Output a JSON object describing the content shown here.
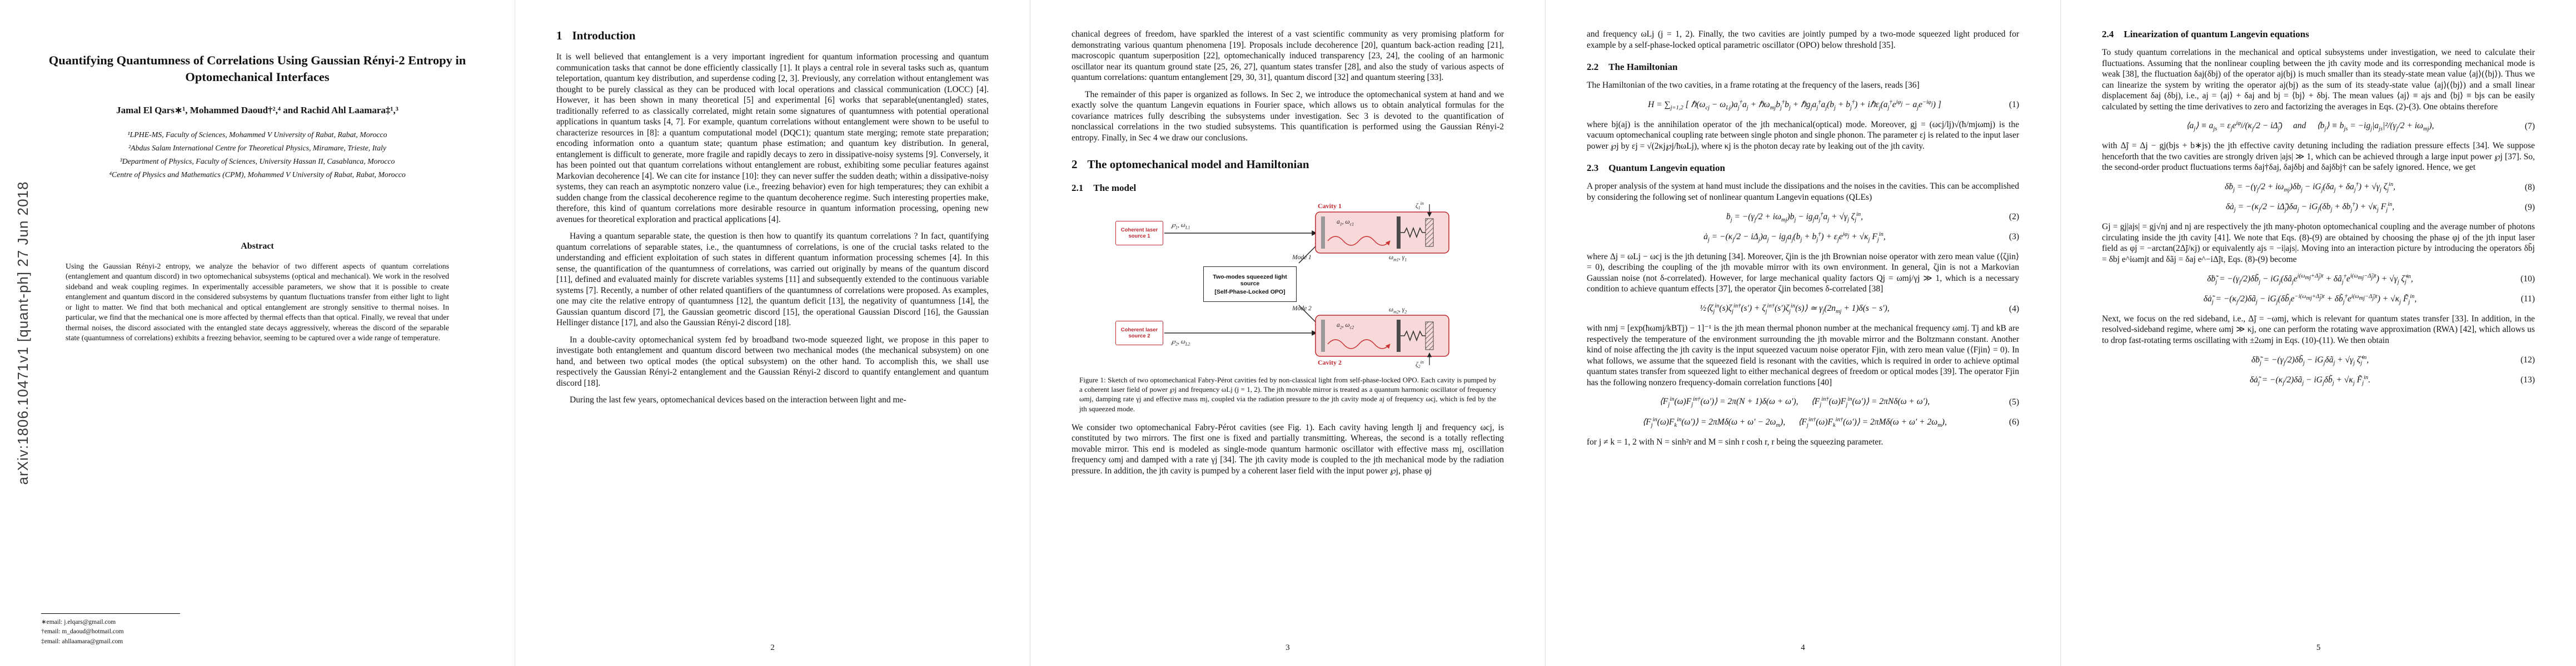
{
  "arxiv_stamp": "arXiv:1806.10471v1  [quant-ph]  27 Jun 2018",
  "colors": {
    "accent_red": "#c0272d",
    "cavity_pink": "#f8d9d9"
  },
  "page1": {
    "title": "Quantifying Quantumness of Correlations Using Gaussian Rényi-2 Entropy in Optomechanical Interfaces",
    "authors": "Jamal El Qars∗¹, Mohammed Daoud†²,⁴ and Rachid Ahl Laamara‡¹,³",
    "affiliations": [
      "¹LPHE-MS, Faculty of Sciences, Mohammed V University of Rabat, Rabat, Morocco",
      "²Abdus Salam International Centre for Theoretical Physics, Miramare, Trieste, Italy",
      "³Department of Physics, Faculty of Sciences, University Hassan II, Casablanca, Morocco",
      "⁴Centre of Physics and Mathematics (CPM), Mohammed V University of Rabat, Rabat, Morocco"
    ],
    "abstract_heading": "Abstract",
    "abstract": "Using the Gaussian Rényi-2 entropy, we analyze the behavior of two different aspects of quantum correlations (entanglement and quantum discord) in two optomechanical subsystems (optical and mechanical). We work in the resolved sideband and weak coupling regimes. In experimentally accessible parameters, we show that it is possible to create entanglement and quantum discord in the considered subsystems by quantum fluctuations transfer from either light to light or light to matter. We find that both mechanical and optical entanglement are strongly sensitive to thermal noises. In particular, we find that the mechanical one is more affected by thermal effects than that optical. Finally, we reveal that under thermal noises, the discord associated with the entangled state decays aggressively, whereas the discord of the separable state (quantumness of correlations) exhibits a freezing behavior, seeming to be captured over a wide range of temperature.",
    "footnotes": [
      "∗email: j.elqars@gmail.com",
      "†email: m_daoud@hotmail.com",
      "‡email: ahllaamara@gmail.com"
    ]
  },
  "page2": {
    "section_number": "1",
    "section_title": "Introduction",
    "paragraphs": [
      "It is well believed that entanglement is a very important ingredient for quantum information processing and quantum communication tasks that cannot be done efficiently classically [1]. It plays a central role in several tasks such as, quantum teleportation, quantum key distribution, and superdense coding [2, 3]. Previously, any correlation without entanglement was thought to be purely classical as they can be produced with local operations and classical communication (LOCC) [4]. However, it has been shown in many theoretical [5] and experimental [6] works that separable(unentangled) states, traditionally referred to as classically correlated, might retain some signatures of quantumness with potential operational applications in quantum tasks [4, 7]. For example, quantum correlations without entanglement were shown to be useful to characterize resources in [8]: a quantum computational model (DQC1); quantum state merging; remote state preparation; encoding information onto a quantum state; quantum phase estimation; and quantum key distribution. In general, entanglement is difficult to generate, more fragile and rapidly decays to zero in dissipative-noisy systems [9]. Conversely, it has been pointed out that quantum correlations without entanglement are robust, exhibiting some peculiar features against Markovian decoherence [4]. We can cite for instance [10]: they can never suffer the sudden death; within a dissipative-noisy systems, they can reach an asymptotic nonzero value (i.e., freezing behavior) even for high temperatures; they can exhibit a sudden change from the classical decoherence regime to the quantum decoherence regime. Such interesting properties make, therefore, this kind of quantum correlations more desirable resource in quantum information processing, opening new avenues for theoretical exploration and practical applications [4].",
      "Having a quantum separable state, the question is then how to quantify its quantum correlations ? In fact, quantifying quantum correlations of separable states, i.e., the quantumness of correlations, is one of the crucial tasks related to the understanding and efficient exploitation of such states in different quantum information processing schemes [4]. In this sense, the quantification of the quantumness of correlations, was carried out originally by means of the quantum discord [11], defined and evaluated mainly for discrete variables systems [11] and subsequently extended to the continuous variable systems [7]. Recently, a number of other related quantifiers of the quantumness of correlations were proposed. As examples, one may cite the relative entropy of quantumness [12], the quantum deficit [13], the negativity of quantumness [14], the Gaussian quantum discord [7], the Gaussian geometric discord [15], the operational Gaussian Discord [16], the Gaussian Hellinger distance [17], and also the Gaussian Rényi-2 discord [18].",
      "In a double-cavity optomechanical system fed by broadband two-mode squeezed light, we propose in this paper to investigate both entanglement and quantum discord between two mechanical modes (the mechanical subsystem) on one hand, and between two optical modes (the optical subsystem) on the other hand. To accomplish this, we shall use respectively the Gaussian Rényi-2 entanglement and the Gaussian Rényi-2 discord to quantify entanglement and quantum discord [18].",
      "During the last few years, optomechanical devices based on the interaction between light and me-"
    ],
    "page_number": "2"
  },
  "page3": {
    "paragraphs_top": [
      "chanical degrees of freedom, have sparkled the interest of a vast scientific community as very promising platform for demonstrating various quantum phenomena [19]. Proposals include decoherence [20], quantum back-action reading [21], macroscopic quantum superposition [22], optomechanically induced transparency [23, 24], the cooling of an harmonic oscillator near its quantum ground state [25, 26, 27], quantum states transfer [28], and also the study of various aspects of quantum correlations: quantum entanglement [29, 30, 31], quantum discord [32] and quantum steering [33].",
      "The remainder of this paper is organized as follows. In Sec 2, we introduce the optomechanical system at hand and we exactly solve the quantum Langevin equations in Fourier space, which allows us to obtain analytical formulas for the covariance matrices fully describing the subsystems under investigation. Sec 3 is devoted to the quantification of nonclassical correlations in the two studied subsystems. This quantification is performed using the Gaussian Rényi-2 entropy. Finally, in Sec 4 we draw our conclusions."
    ],
    "section_number": "2",
    "section_title": "The optomechanical model and Hamiltonian",
    "subsection_number": "2.1",
    "subsection_title": "The model",
    "figure": {
      "cavity1_label": "Cavity 1",
      "cavity2_label": "Cavity 2",
      "laser1_label": "Coherent laser source 1",
      "laser2_label": "Coherent laser source 2",
      "opo_line1": "Two-modes squeezed light source",
      "opo_line2": "[Self-Phase-Locked OPO]",
      "mode1_label": "Mode 1",
      "mode2_label": "Mode 2",
      "pump1_label": "℘<sub>1</sub>, ω<sub>L1</sub>",
      "pump2_label": "℘<sub>2</sub>, ω<sub>L2</sub>",
      "field1_label": "a<sub>1</sub>, ω<sub>c1</sub>",
      "field2_label": "a<sub>2</sub>, ω<sub>c2</sub>",
      "mirror1_label": "ω<sub>m1</sub>, γ<sub>1</sub>",
      "mirror2_label": "ω<sub>m2</sub>, γ<sub>2</sub>",
      "noise1_label": "ζ<sub>1</sub><sup>in</sup>",
      "noise2_label": "ζ<sub>2</sub><sup>in</sup>",
      "caption": "Figure 1: Sketch of two optomechanical Fabry-Pérot cavities fed by non-classical light from self-phase-locked OPO. Each cavity is pumped by a coherent laser field of power ℘j and frequency ωLj (j = 1, 2). The jth movable mirror is treated as a quantum harmonic oscillator of frequency ωmj, damping rate γj and effective mass mj, coupled via the radiation pressure to the jth cavity mode aj of frequency ωcj, which is fed by the jth squeezed mode."
    },
    "paragraph_bottom": "We consider two optomechanical Fabry-Pérot cavities (see Fig. 1). Each cavity having length lj and frequency ωcj, is constituted by two mirrors. The first one is fixed and partially transmitting. Whereas, the second is a totally reflecting movable mirror. This end is modeled as single-mode quantum harmonic oscillator with effective mass mj, oscillation frequency ωmj and damped with a rate γj [34]. The jth cavity mode is coupled to the jth mechanical mode by the radiation pressure. In addition, the jth cavity is pumped by a coherent laser field with the input power ℘j, phase φj",
    "page_number": "3"
  },
  "page4": {
    "paragraph_top": "and frequency ωLj (j = 1, 2). Finally, the two cavities are jointly pumped by a two-mode squeezed light produced for example by a self-phase-locked optical parametric oscillator (OPO) below threshold [35].",
    "sec22_number": "2.2",
    "sec22_title": "The Hamiltonian",
    "par_hamiltonian": "The Hamiltonian of the two cavities, in a frame rotating at the frequency of the lasers, reads [36]",
    "sec23_number": "2.3",
    "sec23_title": "Quantum Langevin equation",
    "par_qle": "A proper analysis of the system at hand must include the dissipations and the noises in the cavities. This can be accomplished by considering the following set of nonlinear quantum Langevin equations (QLEs)",
    "par_where": "where Δj = ωLj − ωcj is the jth detuning [34]. Moreover, ζjin is the jth Brownian noise operator with zero mean value (⟨ζjin⟩ = 0), describing the coupling of the jth movable mirror with its own environment. In general, ζjin is not a Markovian Gaussian noise (not δ-correlated). However, for large mechanical quality factors Qj = ωmj/γj ≫ 1, which is a necessary condition to achieve quantum effects [37], the operator ζjin becomes δ-correlated [38]",
    "par_thermal": "with nmj = [exp(ħωmj/kBTj) − 1]⁻¹ is the jth mean thermal phonon number at the mechanical frequency ωmj. Tj and kB are respectively the temperature of the environment surrounding the jth movable mirror and the Boltzmann constant. Another kind of noise affecting the jth cavity is the input squeezed vacuum noise operator Fjin, with zero mean value (⟨Fjin⟩ = 0). In what follows, we assume that the squeezed field is resonant with the cavities, which is required in order to achieve optimal quantum states transfer from squeezed light to either mechanical degrees of freedom or optical modes [39]. The operator Fjin has the following nonzero frequency-domain correlation functions [40]",
    "par_closing": "for j ≠ k = 1, 2 with N = sinh²r and M = sinh r cosh r, r being the squeezing parameter.",
    "par_annihilation": "where bj(aj) is the annihilation operator of the jth mechanical(optical) mode. Moreover, gj = (ωcj/lj)√(ħ/mjωmj) is the vacuum optomechanical coupling rate between single photon and single phonon. The parameter εj is related to the input laser power ℘j by εj = √(2κj℘j/ħωLj), where κj is the photon decay rate by leaking out of the jth cavity.",
    "eqs": [
      {
        "body": "H = ∑<sub>j=1,2</sub> [ ℏ(ω<sub>cj</sub> − ω<sub>Lj</sub>)a<sub>j</sub><sup>†</sup>a<sub>j</sub> + ℏω<sub>mj</sub>b<sub>j</sub><sup>†</sup>b<sub>j</sub> + ℏg<sub>j</sub>a<sub>j</sub><sup>†</sup>a<sub>j</sub>(b<sub>j</sub> + b<sub>j</sub><sup>†</sup>) + iℏε<sub>j</sub>(a<sub>j</sub><sup>†</sup>e<sup>iφ<sub>j</sub></sup> − a<sub>j</sub>e<sup>−iφ<sub>j</sub></sup>) ]",
        "no": "(1)"
      },
      {
        "body": "ḃ<sub>j</sub> = −(γ<sub>j</sub>/2 + iω<sub>mj</sub>)b<sub>j</sub> − ig<sub>j</sub>a<sub>j</sub><sup>†</sup>a<sub>j</sub> + √γ<sub>j</sub> ζ<sub>j</sub><sup>in</sup>,",
        "no": "(2)"
      },
      {
        "body": "ȧ<sub>j</sub> = −(κ<sub>j</sub>/2 − iΔ<sub>j</sub>)a<sub>j</sub> − ig<sub>j</sub>a<sub>j</sub>(b<sub>j</sub> + b<sub>j</sub><sup>†</sup>) + ε<sub>j</sub>e<sup>iφ<sub>j</sub></sup> + √κ<sub>j</sub> F<sub>j</sub><sup>in</sup>,",
        "no": "(3)"
      },
      {
        "body": "½⟨ζ<sub>j</sub><sup>in</sup>(s)ζ<sub>j</sub><sup>in†</sup>(s′) + ζ<sub>j</sub><sup>in†</sup>(s′)ζ<sub>j</sub><sup>in</sup>(s)⟩ ≃ γ<sub>j</sub>(2n<sub>mj</sub> + 1)δ(s − s′),",
        "no": "(4)"
      },
      {
        "body": "⟨F<sub>j</sub><sup>in</sup>(ω)F<sub>j</sub><sup>in†</sup>(ω′)⟩ = 2π(N + 1)δ(ω + ω′), &emsp; ⟨F<sub>j</sub><sup>in†</sup>(ω)F<sub>j</sub><sup>in</sup>(ω′)⟩ = 2πNδ(ω + ω′),",
        "no": "(5)"
      },
      {
        "body": "⟨F<sub>j</sub><sup>in</sup>(ω)F<sub>k</sub><sup>in</sup>(ω′)⟩ = 2πMδ(ω + ω′ − 2ω<sub>m</sub>), &emsp; ⟨F<sub>j</sub><sup>in†</sup>(ω)F<sub>k</sub><sup>in†</sup>(ω′)⟩ = 2πMδ(ω + ω′ + 2ω<sub>m</sub>),",
        "no": "(6)"
      }
    ],
    "page_number": "4"
  },
  "page5": {
    "sec24_number": "2.4",
    "sec24_title": "Linearization of quantum Langevin equations",
    "par_intro": "To study quantum correlations in the mechanical and optical subsystems under investigation, we need to calculate their fluctuations. Assuming that the nonlinear coupling between the jth cavity mode and its corresponding mechanical mode is weak [38], the fluctuation δaj(δbj) of the operator aj(bj) is much smaller than its steady-state mean value ⟨aj⟩(⟨bj⟩). Thus we can linearize the system by writing the operator aj(bj) as the sum of its steady-state value ⟨aj⟩(⟨bj⟩) and a small linear displacement δaj (δbj), i.e., aj = ⟨aj⟩ + δaj and bj = ⟨bj⟩ + δbj. The mean values ⟨aj⟩ ≡ ajs and ⟨bj⟩ ≡ bjs can be easily calculated by setting the time derivatives to zero and factorizing the averages in Eqs. (2)-(3). One obtains therefore",
    "par_detuning": "with Δ̃j = Δj − gj(bjs + b∗js) the jth effective cavity detuning including the radiation pressure effects [34]. We suppose henceforth that the two cavities are strongly driven |ajs| ≫ 1, which can be achieved through a large input power ℘j [37]. So, the second-order product fluctuations terms δaj†δaj, δajδbj and δajδbj† can be safely ignored. Hence, we get",
    "par_coupling": "Gj = gj|ajs| = gj√nj and nj are respectively the jth many-photon optomechanical coupling and the average number of photons circulating inside the jth cavity [41]. We note that Eqs. (8)-(9) are obtained by choosing the phase φj of the jth input laser field as φj = −arctan(2Δ̃j/κj) or equivalently ajs = −i|ajs|. Moving into an interaction picture by introducing the operators δb̃j = δbj e^iωmjt and δãj = δaj e^−iΔ̃jt, Eqs. (8)-(9) become",
    "par_rwa": "Next, we focus on the red sideband, i.e., Δ̃j = −ωmj, which is relevant for quantum states transfer [33]. In addition, in the resolved-sideband regime, where ωmj ≫ κj, one can perform the rotating wave approximation (RWA) [42], which allows us to drop fast-rotating terms oscillating with ±2ωmj in Eqs. (10)-(11). We then obtain",
    "eqs": [
      {
        "body": "⟨a<sub>j</sub>⟩ ≡ a<sub>js</sub> = ε<sub>j</sub>e<sup>iφ<sub>j</sub></sup>/(κ<sub>j</sub>/2 − iΔ̃<sub>j</sub>) &emsp;and&emsp; ⟨b<sub>j</sub>⟩ ≡ b<sub>js</sub> = −ig<sub>j</sub>|a<sub>js</sub>|²/(γ<sub>j</sub>/2 + iω<sub>mj</sub>),",
        "no": "(7)"
      },
      {
        "body": "δḃ<sub>j</sub> = −(γ<sub>j</sub>/2 + iω<sub>mj</sub>)δb<sub>j</sub> − iG<sub>j</sub>(δa<sub>j</sub> + δa<sub>j</sub><sup>†</sup>) + √γ<sub>j</sub> ζ<sub>j</sub><sup>in</sup>,",
        "no": "(8)"
      },
      {
        "body": "δȧ<sub>j</sub> = −(κ<sub>j</sub>/2 − iΔ̃<sub>j</sub>)δa<sub>j</sub> − iG<sub>j</sub>(δb<sub>j</sub> + δb<sub>j</sub><sup>†</sup>) + √κ<sub>j</sub> F<sub>j</sub><sup>in</sup>,",
        "no": "(9)"
      },
      {
        "body": "δḃ̃<sub>j</sub> = −(γ<sub>j</sub>/2)δb̃<sub>j</sub> − iG<sub>j</sub>(δã<sub>j</sub>e<sup>i(ω<sub>mj</sub>+Δ̃<sub>j</sub>)t</sup> + δã<sub>j</sub><sup>†</sup>e<sup>i(ω<sub>mj</sub>−Δ̃<sub>j</sub>)t</sup>) + √γ<sub>j</sub> ζ̃<sub>j</sub><sup>in</sup>,",
        "no": "(10)"
      },
      {
        "body": "δȧ̃<sub>j</sub> = −(κ<sub>j</sub>/2)δã<sub>j</sub> − iG<sub>j</sub>(δb̃<sub>j</sub>e<sup>−i(ω<sub>mj</sub>+Δ̃<sub>j</sub>)t</sup> + δb̃<sub>j</sub><sup>†</sup>e<sup>i(ω<sub>mj</sub>−Δ̃<sub>j</sub>)t</sup>) + √κ<sub>j</sub> F̃<sub>j</sub><sup>in</sup>,",
        "no": "(11)"
      },
      {
        "body": "δḃ̃<sub>j</sub> = −(γ<sub>j</sub>/2)δb̃<sub>j</sub> − iG<sub>j</sub>δã<sub>j</sub> + √γ<sub>j</sub> ζ̃<sub>j</sub><sup>in</sup>,",
        "no": "(12)"
      },
      {
        "body": "δȧ̃<sub>j</sub> = −(κ<sub>j</sub>/2)δã<sub>j</sub> − iG<sub>j</sub>δb̃<sub>j</sub> + √κ<sub>j</sub> F̃<sub>j</sub><sup>in</sup>.",
        "no": "(13)"
      }
    ],
    "page_number": "5"
  }
}
